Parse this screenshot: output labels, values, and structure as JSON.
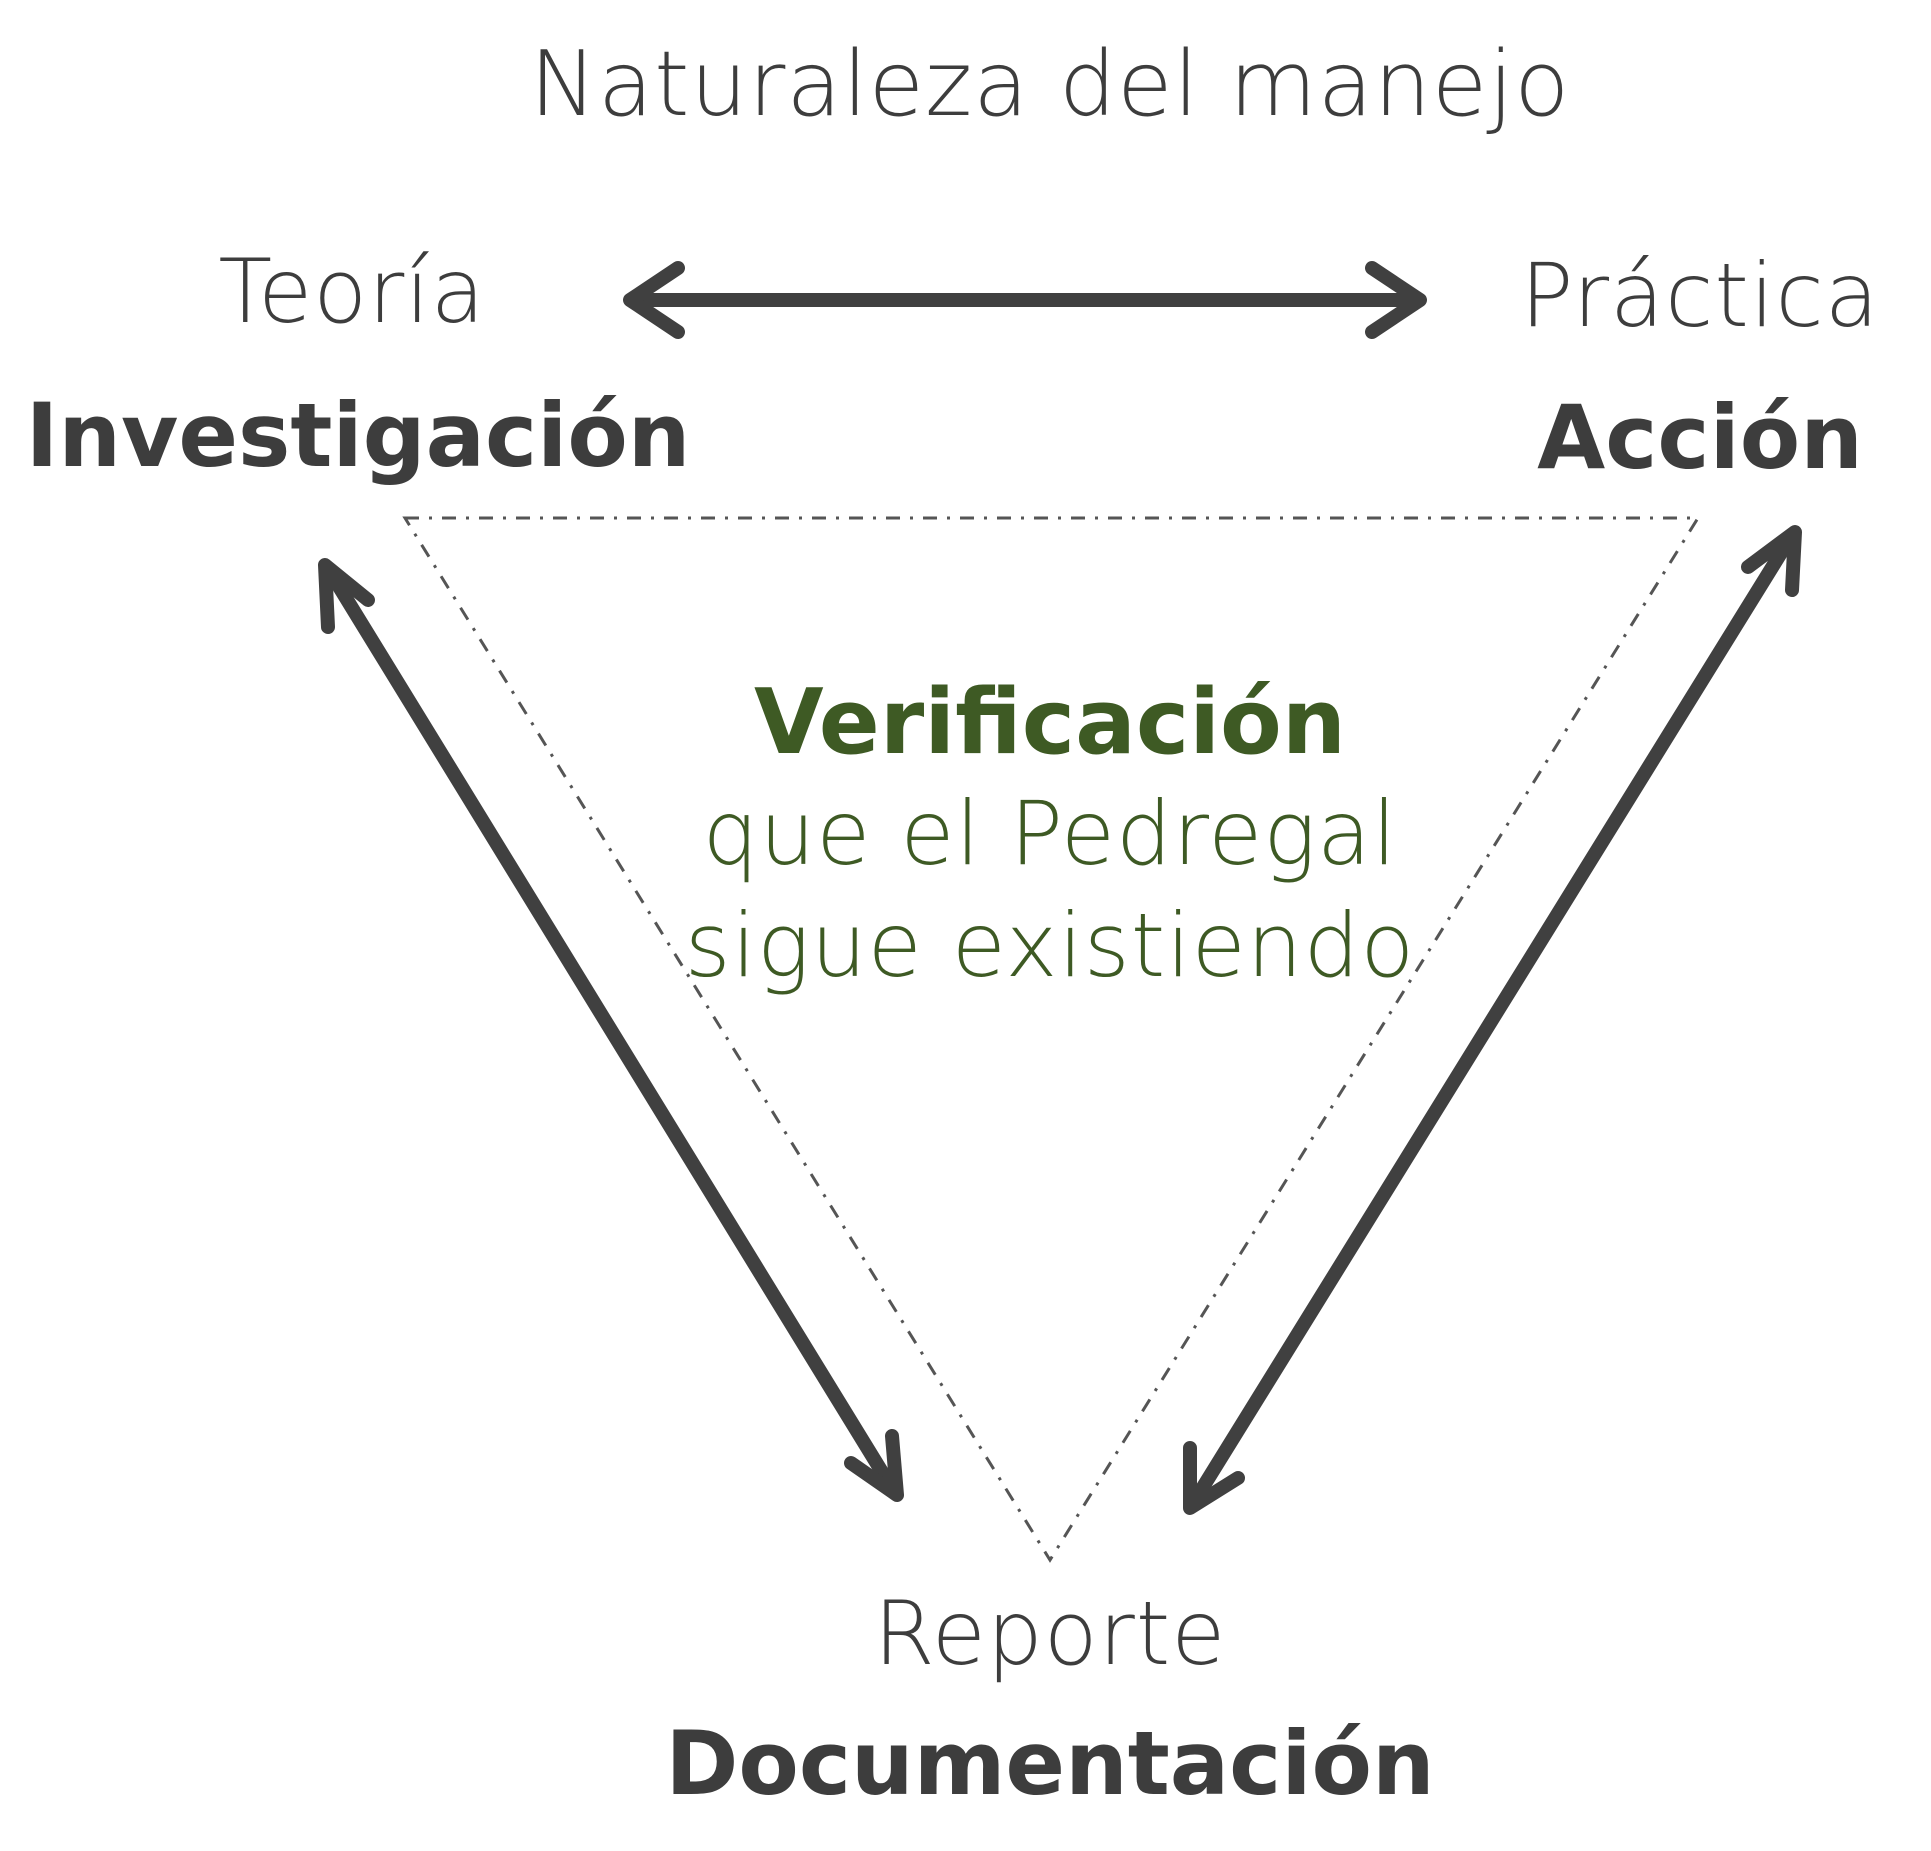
{
  "title": "Naturaleza del manejo",
  "nodes": {
    "left": {
      "top": "Teoría",
      "bottom": "Investigación"
    },
    "right": {
      "top": "Práctica",
      "bottom": "Acción"
    },
    "bottom": {
      "top": "Reporte",
      "bottom": "Documentación"
    }
  },
  "center": {
    "heading": "Verificación",
    "line1": "que el Pedregal",
    "line2": "sigue existiendo"
  },
  "colors": {
    "text": "#3d3d3d",
    "accent": "#3e5a24",
    "arrow": "#404040",
    "dotted": "#555555",
    "background": "#ffffff"
  },
  "icons": {
    "arrow": "double-headed-arrow-icon",
    "triangle": "dotted-triangle"
  }
}
